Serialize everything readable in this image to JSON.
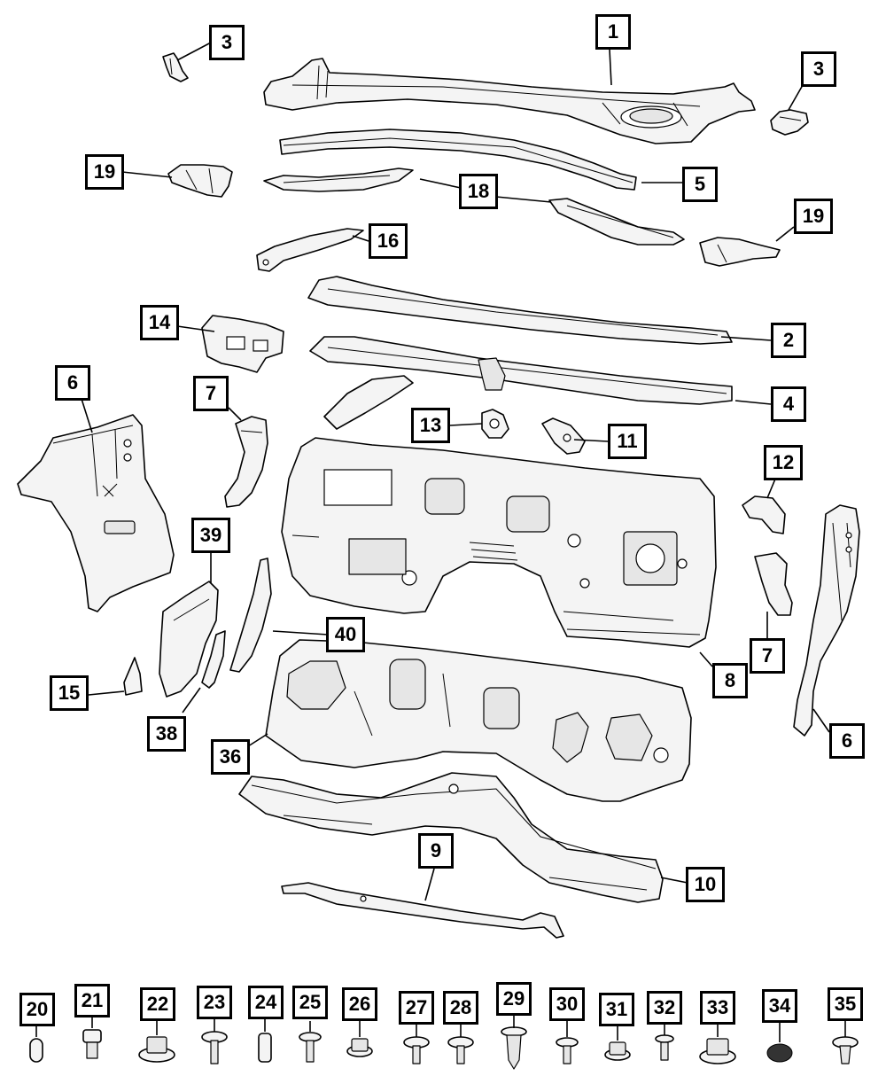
{
  "colors": {
    "line": "#000000",
    "background": "#ffffff",
    "part_fill": "#f4f4f4",
    "shade": "#e6e6e6"
  },
  "callouts": [
    {
      "id": "c1",
      "label": "1"
    },
    {
      "id": "c3a",
      "label": "3"
    },
    {
      "id": "c3b",
      "label": "3"
    },
    {
      "id": "c19a",
      "label": "19"
    },
    {
      "id": "c18",
      "label": "18"
    },
    {
      "id": "c5",
      "label": "5"
    },
    {
      "id": "c19b",
      "label": "19"
    },
    {
      "id": "c16",
      "label": "16"
    },
    {
      "id": "c14",
      "label": "14"
    },
    {
      "id": "c2",
      "label": "2"
    },
    {
      "id": "c6a",
      "label": "6"
    },
    {
      "id": "c7a",
      "label": "7"
    },
    {
      "id": "c4",
      "label": "4"
    },
    {
      "id": "c13",
      "label": "13"
    },
    {
      "id": "c11",
      "label": "11"
    },
    {
      "id": "c12",
      "label": "12"
    },
    {
      "id": "c39",
      "label": "39"
    },
    {
      "id": "c40",
      "label": "40"
    },
    {
      "id": "c7b",
      "label": "7"
    },
    {
      "id": "c8",
      "label": "8"
    },
    {
      "id": "c15",
      "label": "15"
    },
    {
      "id": "c38",
      "label": "38"
    },
    {
      "id": "c36",
      "label": "36"
    },
    {
      "id": "c6b",
      "label": "6"
    },
    {
      "id": "c9",
      "label": "9"
    },
    {
      "id": "c10",
      "label": "10"
    }
  ],
  "fasteners": [
    {
      "id": "f20",
      "label": "20"
    },
    {
      "id": "f21",
      "label": "21"
    },
    {
      "id": "f22",
      "label": "22"
    },
    {
      "id": "f23",
      "label": "23"
    },
    {
      "id": "f24",
      "label": "24"
    },
    {
      "id": "f25",
      "label": "25"
    },
    {
      "id": "f26",
      "label": "26"
    },
    {
      "id": "f27",
      "label": "27"
    },
    {
      "id": "f28",
      "label": "28"
    },
    {
      "id": "f29",
      "label": "29"
    },
    {
      "id": "f30",
      "label": "30"
    },
    {
      "id": "f31",
      "label": "31"
    },
    {
      "id": "f32",
      "label": "32"
    },
    {
      "id": "f33",
      "label": "33"
    },
    {
      "id": "f34",
      "label": "34"
    },
    {
      "id": "f35",
      "label": "35"
    }
  ]
}
